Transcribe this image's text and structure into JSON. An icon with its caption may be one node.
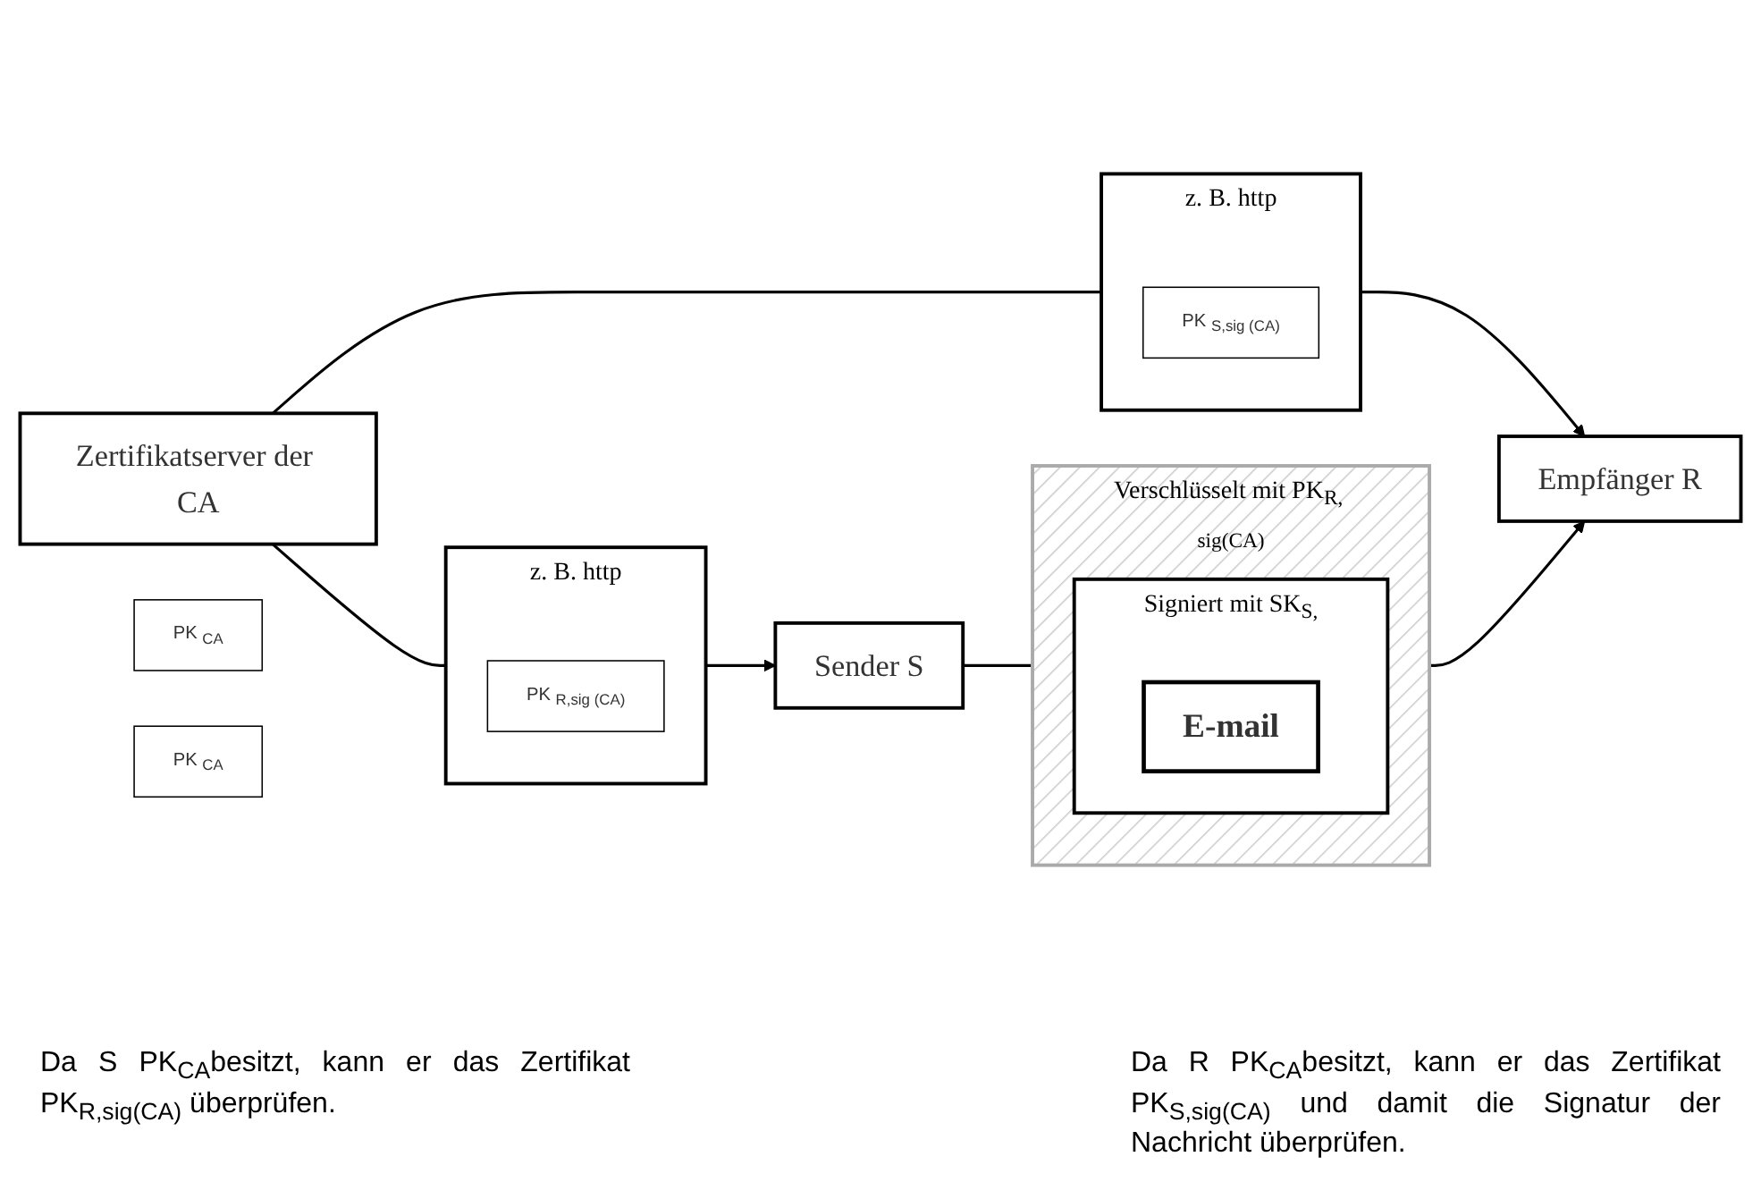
{
  "diagram": {
    "nodes": [
      {
        "text": [
          "Zertifikatserver der CA"
        ]
      },
      {
        "text": [
          "z. B. http"
        ]
      },
      {
        "text": [
          "PK $_{R,sig (CA)}$"
        ],
        "in": 1
      },
      {
        "text": [
          "z. B. http"
        ]
      },
      {
        "text": [
          "PK $_{S,sig (CA)}$"
        ],
        "in": 3
      },
      {
        "text": [
          "PK $_{CA}$"
        ]
      },
      {
        "text": [
          "Sender S"
        ]
      },
      {
        "text": [
          "Verschlüsselt mit PK$_{R, sig(CA)}$"
        ]
      },
      {
        "text": [
          "Signiert mit SK$_{S,}$"
        ],
        "in": 7
      },
      {
        "text": [
          "E-mail"
        ],
        "in": 8
      },
      {
        "text": [
          "Empfänger R"
        ]
      },
      {
        "text": [
          "PK $_{CA}$"
        ]
      }
    ],
    "edges": [
      {
        "from": 0,
        "to": 1,
        "arrow": "none"
      },
      {
        "from": 0,
        "to": 3,
        "arrow": "none"
      },
      {
        "from": 1,
        "to": 6,
        "arrow": "to"
      },
      {
        "from": 3,
        "to": 10,
        "arrow": "to"
      },
      {
        "from": 6,
        "to": 7,
        "arrow": "none"
      },
      {
        "from": 7,
        "to": 10,
        "arrow": "to"
      }
    ],
    "labels": [
      "Da S PK$_{CA}$besitzt, kann er das Zertifikat PK$_{R,sig(CA)}$ überprüfen.",
      "Da R PK$_{CA}$besitzt, kann er das Zertifikat PK$_{S,sig(CA)}$ und damit die Signatur der Nachricht überprüfen."
    ]
  }
}
